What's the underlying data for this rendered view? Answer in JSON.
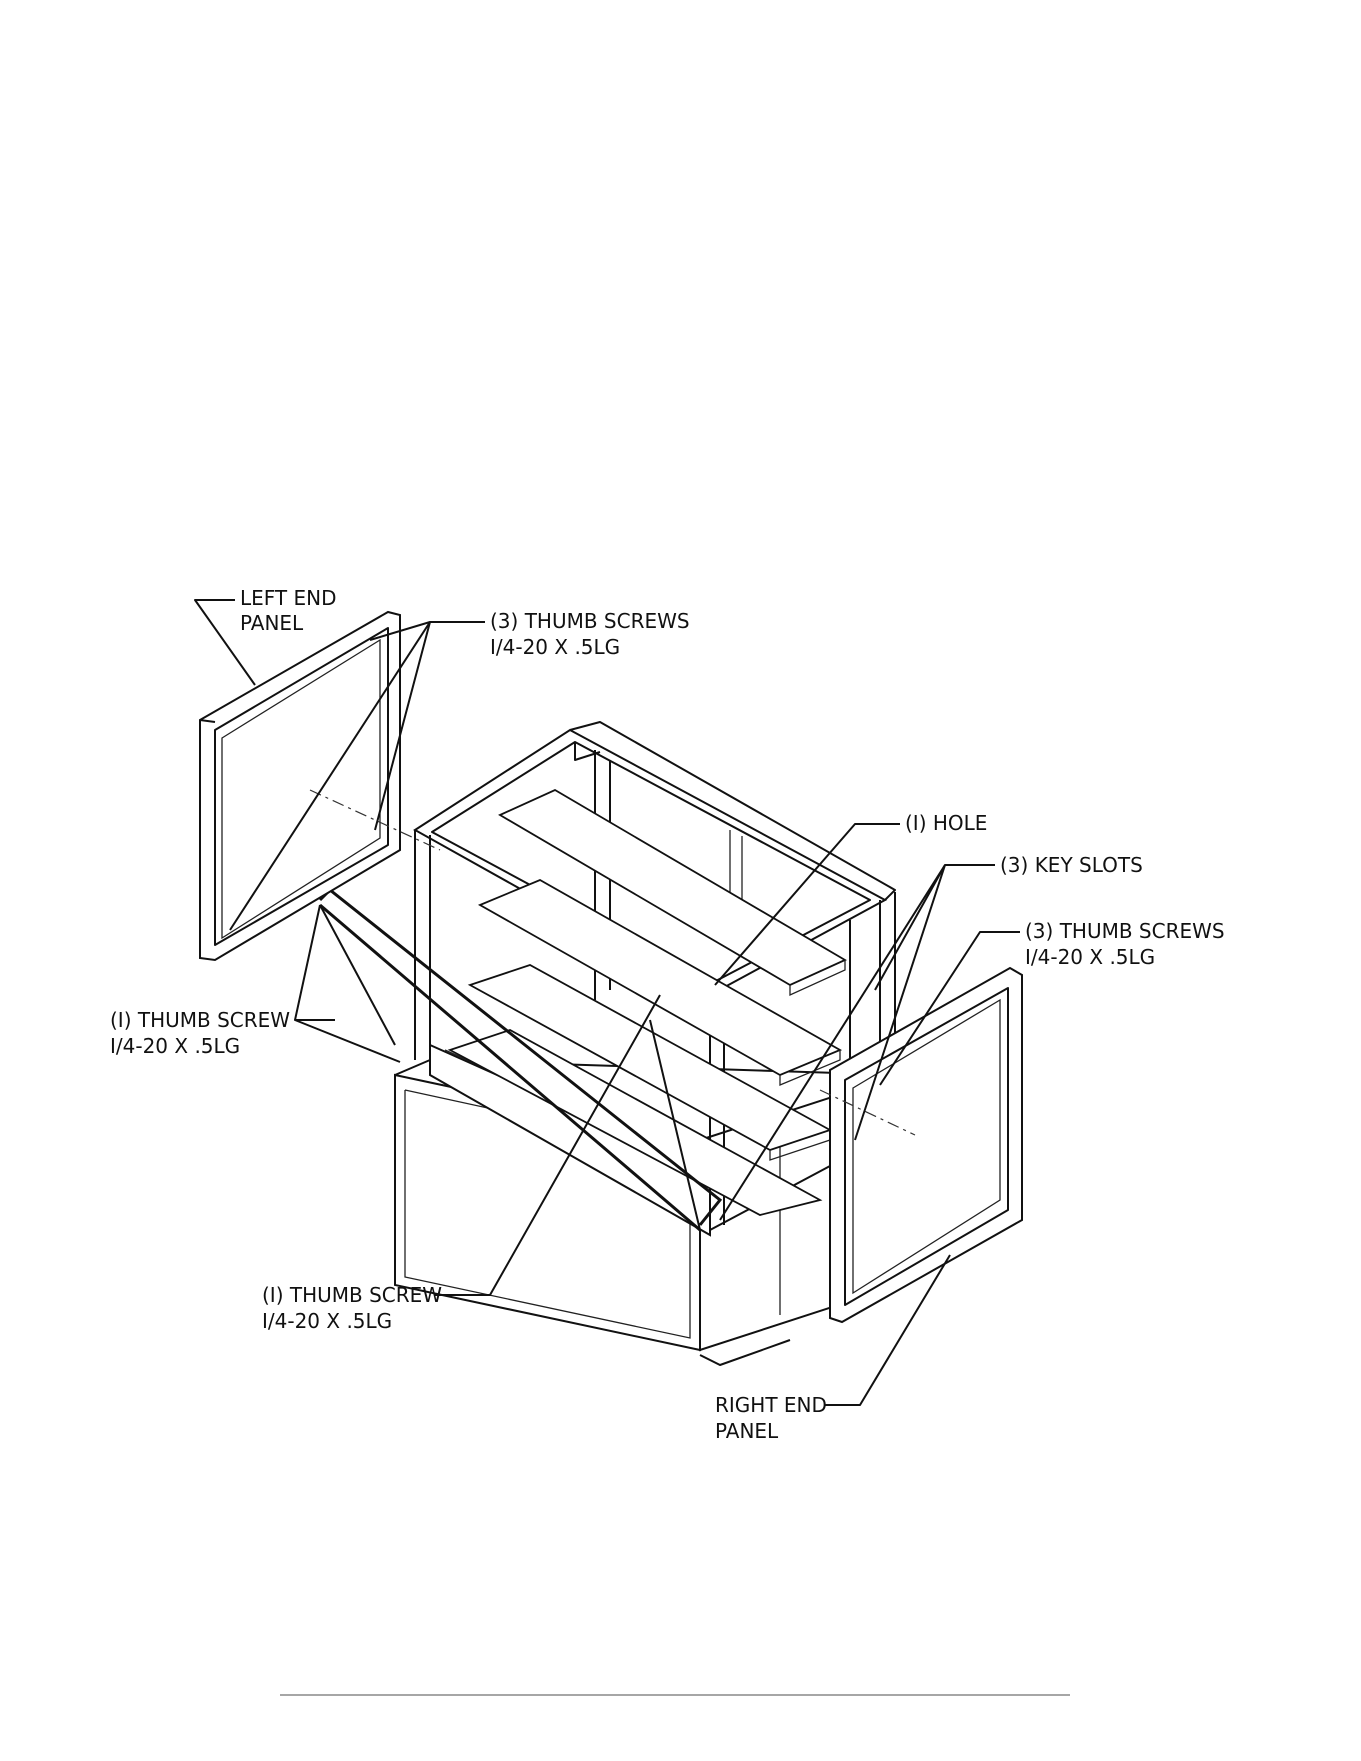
{
  "labels": {
    "left_panel": [
      "LEFT  END",
      "PANEL"
    ],
    "thumb_screws_top": [
      "(3) THUMB SCREWS",
      "I/4-20 X .5LG"
    ],
    "hole": [
      "(I) HOLE"
    ],
    "key_slots": [
      "(3) KEY SLOTS"
    ],
    "thumb_screws_right": [
      "(3) THUMB SCREWS",
      "I/4-20 X .5LG"
    ],
    "thumb_screw_left": [
      "(I) THUMB SCREW",
      "I/4-20 X .5LG"
    ],
    "thumb_screw_bottom": [
      "(I) THUMB SCREW",
      "I/4-20 X .5LG"
    ],
    "right_panel": [
      "RIGHT END",
      "PANEL"
    ]
  }
}
